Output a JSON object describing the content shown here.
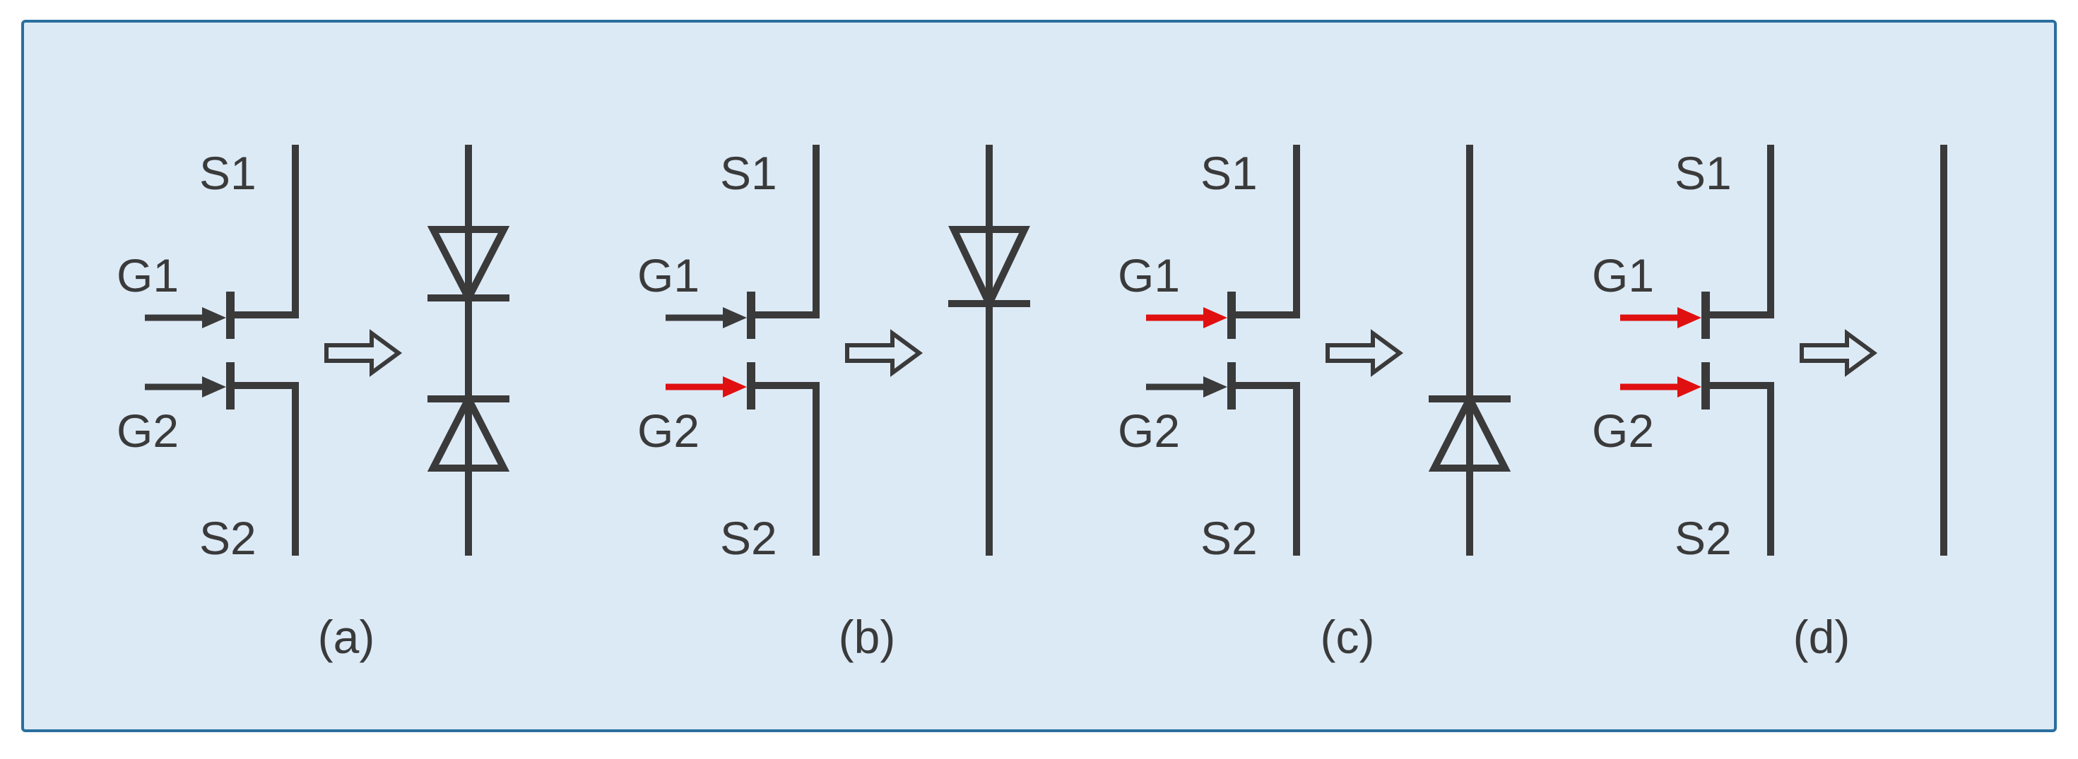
{
  "colors": {
    "background": "#dceaf6",
    "border": "#2a6f9e",
    "line": "#3a3a3a",
    "active_gate": "#e01010"
  },
  "panels": [
    {
      "caption": "(a)",
      "s1": "S1",
      "g1": "G1",
      "g2": "G2",
      "s2": "S2",
      "g1_active": false,
      "g2_active": false,
      "equivalent": "two-opposing-diodes"
    },
    {
      "caption": "(b)",
      "s1": "S1",
      "g1": "G1",
      "g2": "G2",
      "s2": "S2",
      "g1_active": false,
      "g2_active": true,
      "equivalent": "diode-top"
    },
    {
      "caption": "(c)",
      "s1": "S1",
      "g1": "G1",
      "g2": "G2",
      "s2": "S2",
      "g1_active": true,
      "g2_active": false,
      "equivalent": "diode-bottom"
    },
    {
      "caption": "(d)",
      "s1": "S1",
      "g1": "G1",
      "g2": "G2",
      "s2": "S2",
      "g1_active": true,
      "g2_active": true,
      "equivalent": "straight-wire"
    }
  ]
}
